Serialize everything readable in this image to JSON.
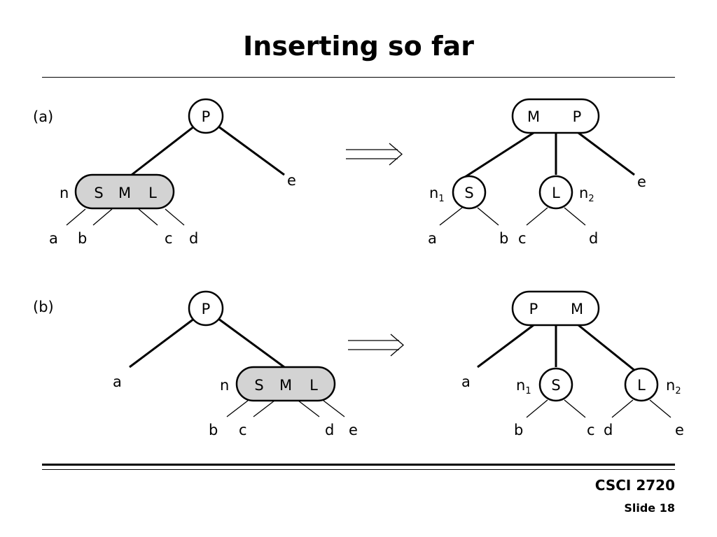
{
  "slide": {
    "title": "Inserting so far",
    "course": "CSCI 2720",
    "slide_number": "Slide 18"
  },
  "case_a": {
    "label": "(a)",
    "before": {
      "parent": "P",
      "node_name": "n",
      "keys": [
        "S",
        "M",
        "L"
      ],
      "children": [
        "a",
        "b",
        "c",
        "d"
      ],
      "sibling": "e"
    },
    "after": {
      "parent_keys": [
        "M",
        "P"
      ],
      "left_node": {
        "key": "S",
        "name": "n",
        "sub": "1"
      },
      "right_node": {
        "key": "L",
        "name": "n",
        "sub": "2"
      },
      "leaves": [
        "a",
        "b",
        "c",
        "d"
      ],
      "sibling": "e"
    }
  },
  "case_b": {
    "label": "(b)",
    "before": {
      "parent": "P",
      "node_name": "n",
      "keys": [
        "S",
        "M",
        "L"
      ],
      "children": [
        "b",
        "c",
        "d",
        "e"
      ],
      "sibling": "a"
    },
    "after": {
      "parent_keys": [
        "P",
        "M"
      ],
      "left_node": {
        "key": "S",
        "name": "n",
        "sub": "1"
      },
      "right_node": {
        "key": "L",
        "name": "n",
        "sub": "2"
      },
      "leaves": [
        "b",
        "c",
        "d",
        "e"
      ],
      "sibling": "a"
    }
  },
  "arrow_icon": "double-right-arrow-icon"
}
